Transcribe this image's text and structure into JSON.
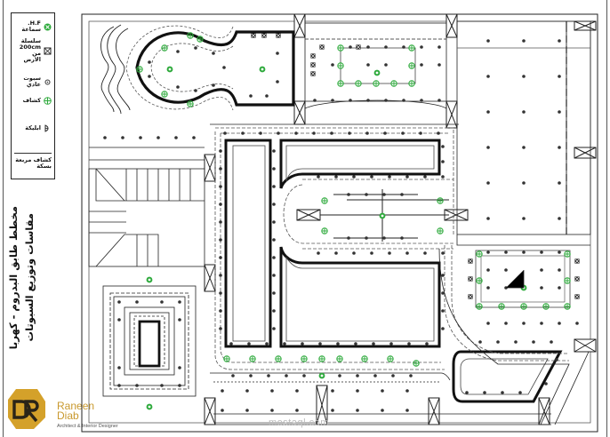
{
  "legend": {
    "items": [
      {
        "symbol": "hf-speaker-icon",
        "label": "H.F. سماعة"
      },
      {
        "symbol": "chain-light-icon",
        "label": "سلسلة 200cm من الارض"
      },
      {
        "symbol": "spotlight-icon",
        "label": "سبوت عادي"
      },
      {
        "symbol": "pendant-icon",
        "label": "كشاف"
      },
      {
        "symbol": "wall-sconce-icon",
        "label": "ابليكة"
      },
      {
        "symbol": "track-light-icon",
        "label": "كشاف مربعة بسكة"
      }
    ]
  },
  "title": {
    "line1": "مخطط طابق البدروم - كهربا",
    "line2": "مقاسات وتوزيع السبوتات"
  },
  "brand": {
    "initials": "DR",
    "name_line1": "Raneen",
    "name_line2": "Diab",
    "subtitle": "Architect & Interior Designer"
  },
  "watermark": "mostaql.com",
  "colors": {
    "line": "#111111",
    "green_fixture": "#2eaa3c",
    "gray_dash": "#9a9a9a",
    "brand_gold": "#d4a12a"
  }
}
